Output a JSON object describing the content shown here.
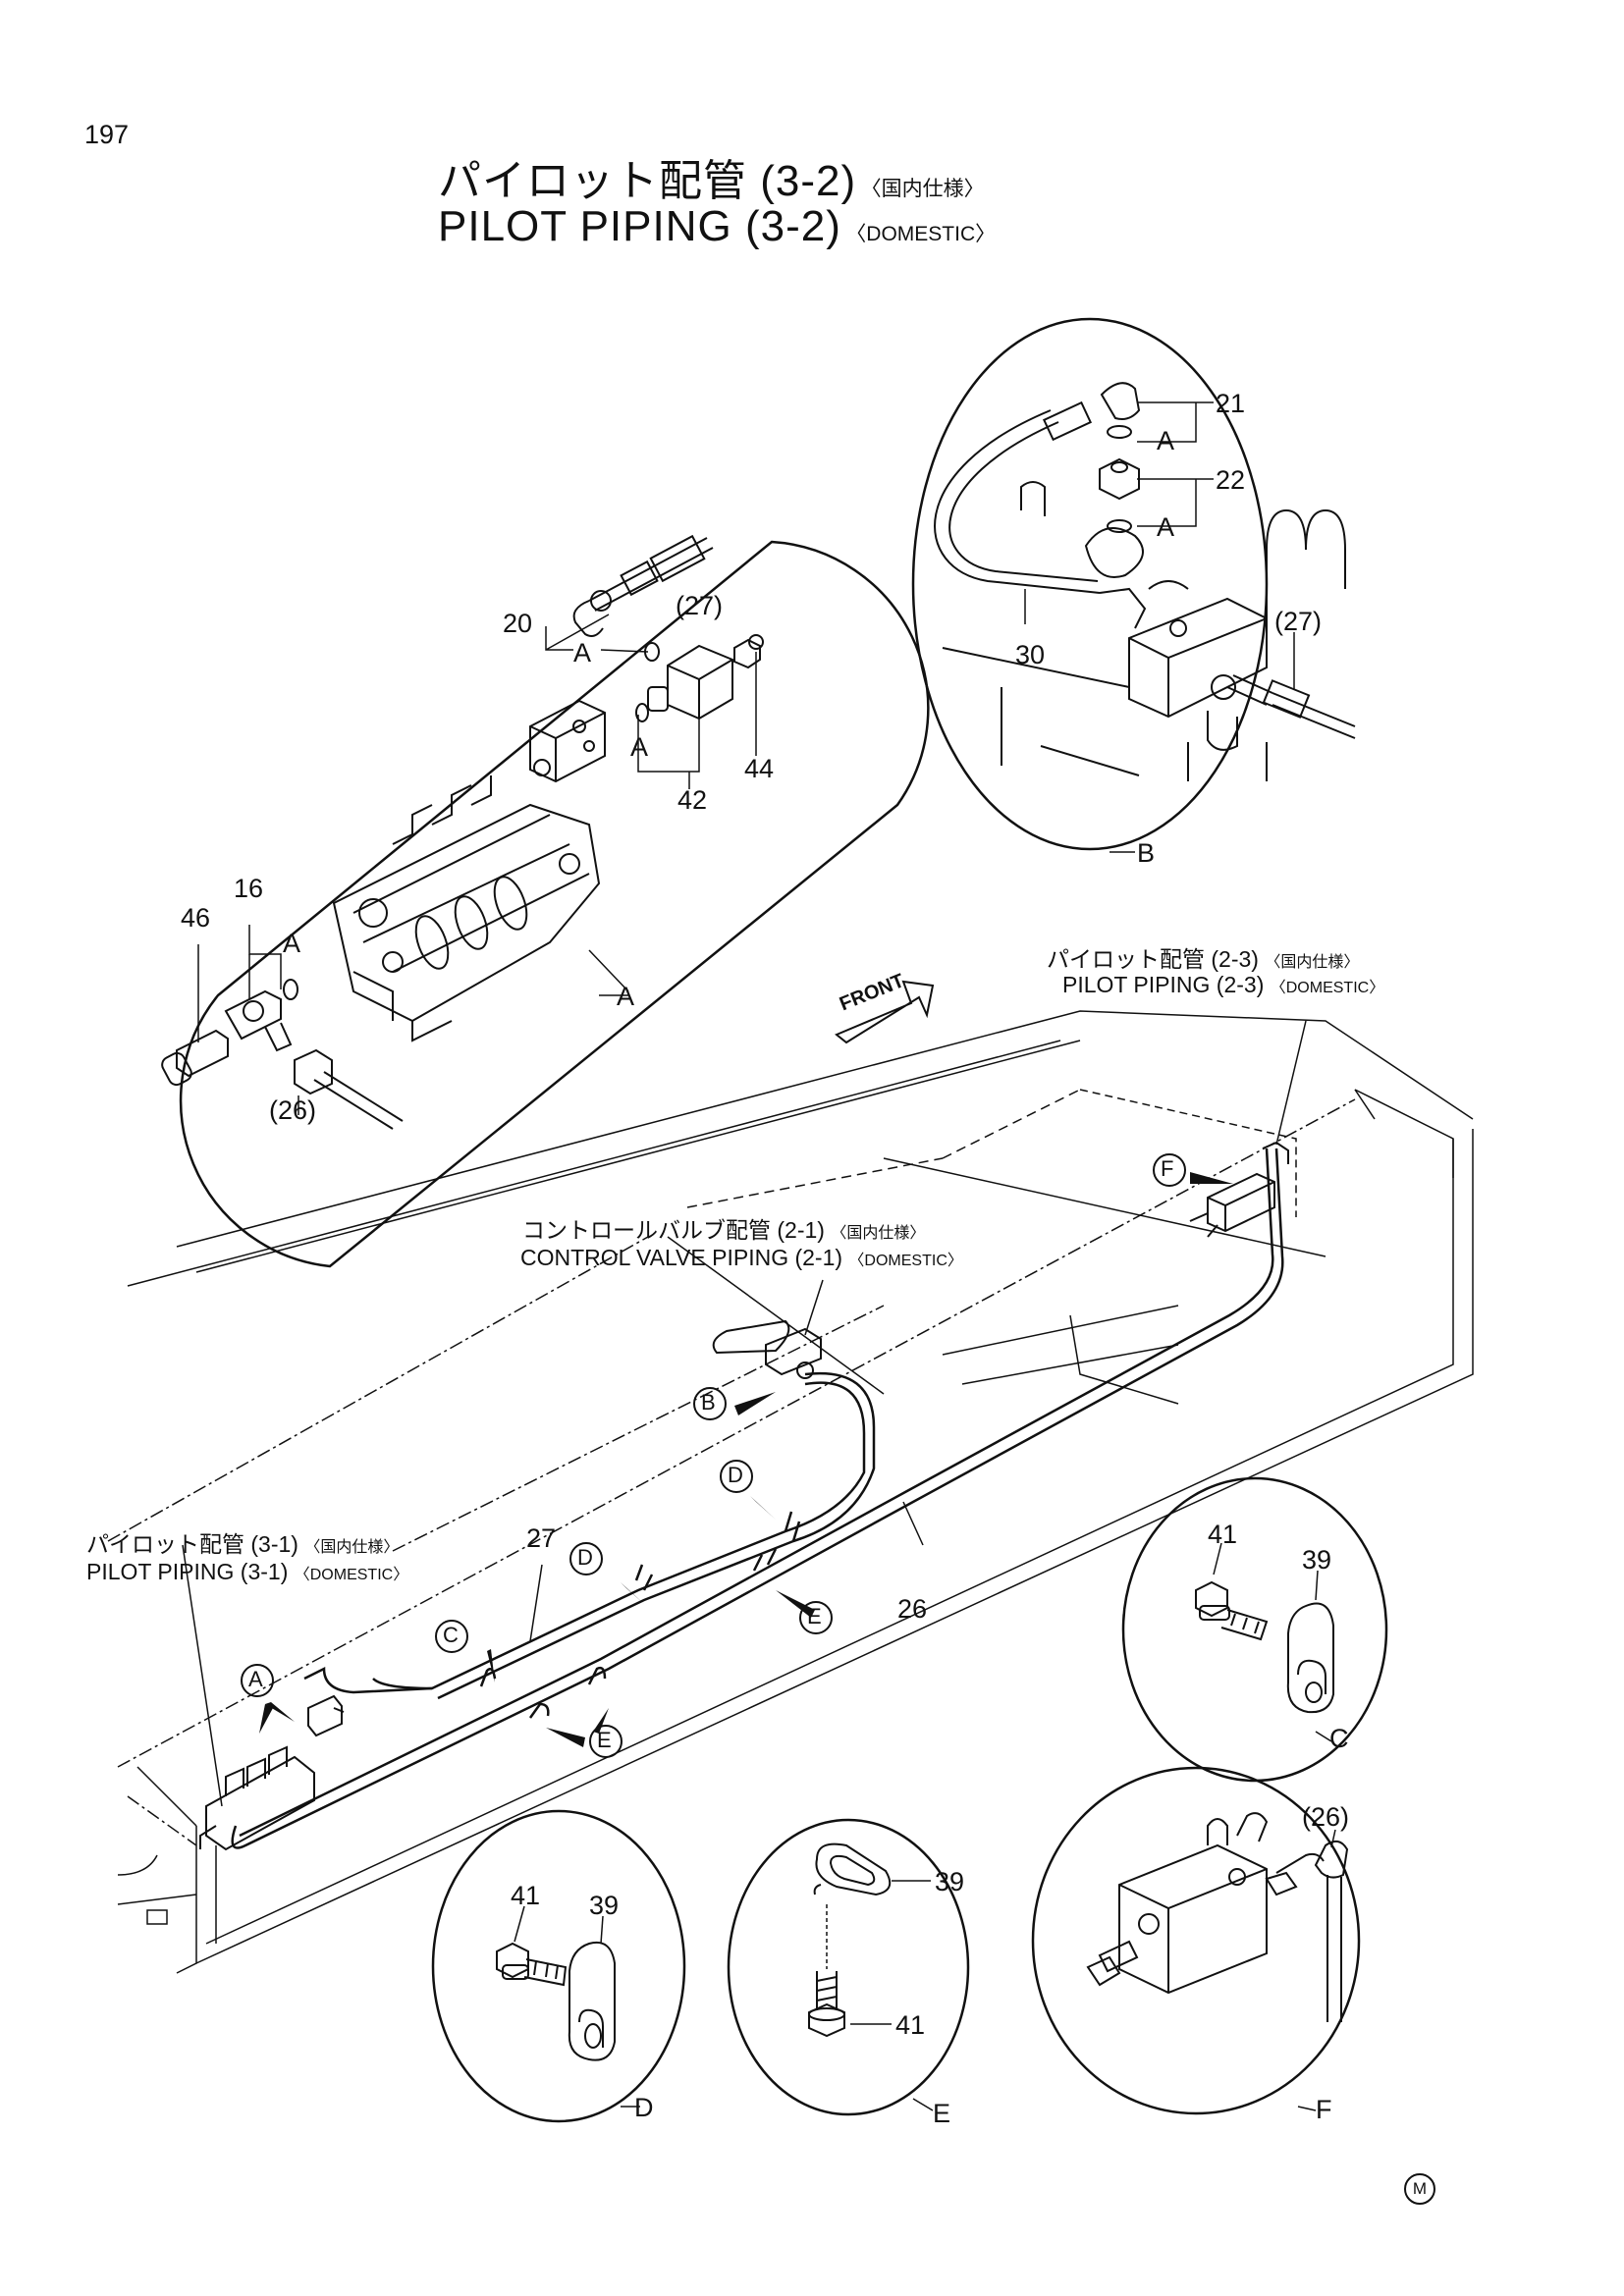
{
  "page_number": "197",
  "title": {
    "jp": "パイロット配管 (3-2)",
    "jp_spec": "〈国内仕様〉",
    "en": "PILOT PIPING (3-2)",
    "en_spec": "〈DOMESTIC〉"
  },
  "references": {
    "pilot_2_3_jp": "パイロット配管 (2-3)",
    "pilot_2_3_jp_spec": "〈国内仕様〉",
    "pilot_2_3_en": "PILOT PIPING (2-3)",
    "pilot_2_3_en_spec": "〈DOMESTIC〉",
    "cv_2_1_jp": "コントロールバルブ配管 (2-1)",
    "cv_2_1_jp_spec": "〈国内仕様〉",
    "cv_2_1_en": "CONTROL VALVE PIPING (2-1)",
    "cv_2_1_en_spec": "〈DOMESTIC〉",
    "pilot_3_1_jp": "パイロット配管 (3-1)",
    "pilot_3_1_jp_spec": "〈国内仕様〉",
    "pilot_3_1_en": "PILOT PIPING (3-1)",
    "pilot_3_1_en_spec": "〈DOMESTIC〉"
  },
  "front_label": "FRONT",
  "detail_letters": {
    "A": "A",
    "B": "B",
    "C": "C",
    "D": "D",
    "E": "E",
    "F": "F"
  },
  "oring_label": "A",
  "main_parts": {
    "p27": "27",
    "p26": "26"
  },
  "detail_a_parts": {
    "p20": "20",
    "p27": "(27)",
    "p42": "42",
    "p44": "44",
    "p16": "16",
    "p46": "46",
    "p26": "(26)"
  },
  "detail_b_parts": {
    "p21": "21",
    "p22": "22",
    "p27": "(27)",
    "p30": "30"
  },
  "detail_c_parts": {
    "p41": "41",
    "p39": "39"
  },
  "detail_d_parts": {
    "p41": "41",
    "p39": "39"
  },
  "detail_e_parts": {
    "p39": "39",
    "p41": "41"
  },
  "detail_f_parts": {
    "p26": "(26)"
  },
  "maker_mark": "M"
}
